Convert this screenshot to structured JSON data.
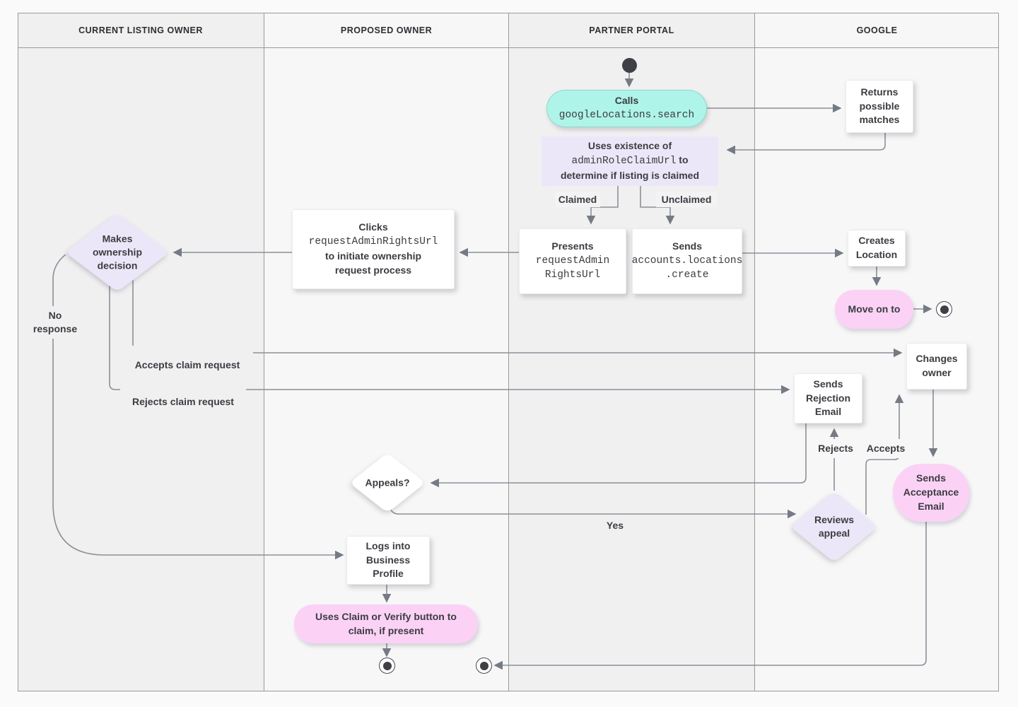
{
  "lanes": [
    {
      "label": "CURRENT LISTING OWNER"
    },
    {
      "label": "PROPOSED OWNER"
    },
    {
      "label": "PARTNER PORTAL"
    },
    {
      "label": "GOOGLE"
    }
  ],
  "nodes": {
    "calls": {
      "title": "Calls",
      "code": "googleLocations.search"
    },
    "returns_matches": {
      "l1": "Returns",
      "l2": "possible",
      "l3": "matches"
    },
    "uses_existence": {
      "l1": "Uses existence of",
      "code": "adminRoleClaimUrl",
      "l2_rest": " to",
      "l3": "determine if listing is claimed"
    },
    "presents": {
      "title": "Presents",
      "code1": "requestAdmin",
      "code2": "RightsUrl"
    },
    "sends_create": {
      "title": "Sends",
      "code1": "accounts.locations",
      "code2": ".create"
    },
    "clicks": {
      "title": "Clicks",
      "code": "requestAdminRightsUrl",
      "l3": "to initiate ownership",
      "l4": "request process"
    },
    "makes_decision": {
      "l1": "Makes",
      "l2": "ownership",
      "l3": "decision"
    },
    "creates_location": {
      "l1": "Creates",
      "l2": "Location"
    },
    "move_on": {
      "label": "Move on to"
    },
    "changes_owner": {
      "l1": "Changes",
      "l2": "owner"
    },
    "sends_rejection": {
      "l1": "Sends",
      "l2": "Rejection",
      "l3": "Email"
    },
    "appeals": {
      "label": "Appeals?"
    },
    "reviews_appeal": {
      "l1": "Reviews",
      "l2": "appeal"
    },
    "sends_acceptance": {
      "l1": "Sends",
      "l2": "Acceptance",
      "l3": "Email"
    },
    "logs_in": {
      "l1": "Logs into",
      "l2": "Business",
      "l3": "Profile"
    },
    "uses_claim": {
      "l1": "Uses Claim or Verify button to",
      "l2": "claim, if present"
    }
  },
  "edge_labels": {
    "claimed": "Claimed",
    "unclaimed": "Unclaimed",
    "no_response_1": "No",
    "no_response_2": "response",
    "accepts_claim": "Accepts claim request",
    "rejects_claim": "Rejects claim request",
    "yes": "Yes",
    "rejects": "Rejects",
    "accepts": "Accepts"
  },
  "colors": {
    "teal": "#aef4e9",
    "lavender": "#ece7f8",
    "pink": "#fbd2f6",
    "node_white": "#ffffff",
    "line": "#8b9097",
    "arrow": "#757b84",
    "text": "#3c3c42",
    "lane_dark": "#f0f0f1",
    "lane_light": "#f7f7f8",
    "border": "#9a9a9a"
  }
}
